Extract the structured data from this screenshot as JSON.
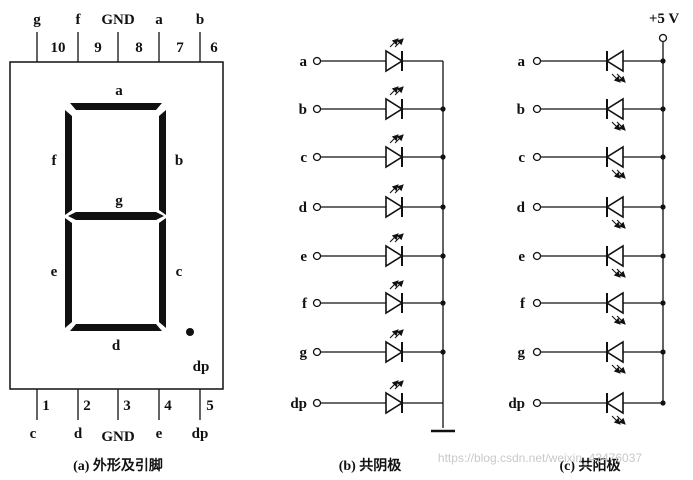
{
  "panel_a": {
    "top_pin_letters": [
      "g",
      "f",
      "GND",
      "a",
      "b"
    ],
    "top_pin_numbers": [
      "10",
      "9",
      "8",
      "7",
      "6"
    ],
    "bottom_pin_numbers": [
      "1",
      "2",
      "3",
      "4",
      "5"
    ],
    "bottom_pin_letters": [
      "c",
      "d",
      "GND",
      "e",
      "dp"
    ],
    "segments": {
      "a": "a",
      "b": "b",
      "c": "c",
      "d": "d",
      "e": "e",
      "f": "f",
      "g": "g",
      "dp": "dp"
    },
    "caption": "(a) 外形及引脚"
  },
  "panel_b": {
    "inputs": [
      "a",
      "b",
      "c",
      "d",
      "e",
      "f",
      "g",
      "dp"
    ],
    "caption": "(b) 共阴极"
  },
  "panel_c": {
    "supply_label": "+5 V",
    "inputs": [
      "a",
      "b",
      "c",
      "d",
      "e",
      "f",
      "g",
      "dp"
    ],
    "caption": "(c) 共阳极"
  },
  "watermark": "https://blog.csdn.net/weixin_43476037"
}
